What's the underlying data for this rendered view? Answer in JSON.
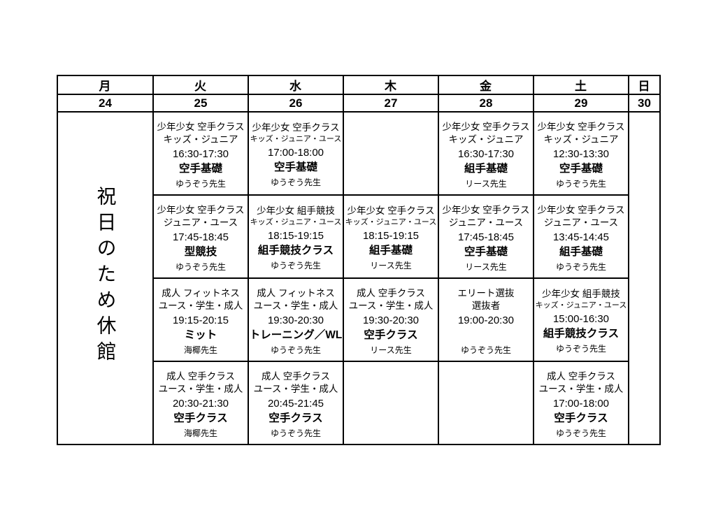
{
  "table": {
    "day_headers": [
      "月",
      "火",
      "水",
      "木",
      "金",
      "土",
      "日"
    ],
    "dates": [
      "24",
      "25",
      "26",
      "27",
      "28",
      "29",
      "30"
    ],
    "monday_notice": "祝日のため休館",
    "colors": {
      "day_header_bg": "#dce9f7",
      "date_row_bg": "#dfead0",
      "border": "#000000",
      "text": "#000000",
      "page_bg": "#ffffff"
    },
    "rows": [
      {
        "cells": [
          {
            "empty": true,
            "title": "",
            "group": "",
            "group_small": false,
            "time": "",
            "name": "",
            "teacher": ""
          },
          {
            "empty": false,
            "title": "少年少女 空手クラス",
            "group": "キッズ・ジュニア",
            "group_small": false,
            "time": "16:30-17:30",
            "name": "空手基礎",
            "teacher": "ゆうぞう先生"
          },
          {
            "empty": false,
            "title": "少年少女 空手クラス",
            "group": "キッズ・ジュニア・ユース",
            "group_small": true,
            "time": "17:00-18:00",
            "name": "空手基礎",
            "teacher": "ゆうぞう先生"
          },
          {
            "empty": true,
            "title": "",
            "group": "",
            "group_small": false,
            "time": "",
            "name": "",
            "teacher": ""
          },
          {
            "empty": false,
            "title": "少年少女 空手クラス",
            "group": "キッズ・ジュニア",
            "group_small": false,
            "time": "16:30-17:30",
            "name": "組手基礎",
            "teacher": "リース先生"
          },
          {
            "empty": false,
            "title": "少年少女 空手クラス",
            "group": "キッズ・ジュニア",
            "group_small": false,
            "time": "12:30-13:30",
            "name": "空手基礎",
            "teacher": "ゆうぞう先生"
          }
        ]
      },
      {
        "cells": [
          {
            "empty": true,
            "title": "",
            "group": "",
            "group_small": false,
            "time": "",
            "name": "",
            "teacher": ""
          },
          {
            "empty": false,
            "title": "少年少女 空手クラス",
            "group": "ジュニア・ユース",
            "group_small": false,
            "time": "17:45-18:45",
            "name": "型競技",
            "teacher": "ゆうぞう先生"
          },
          {
            "empty": false,
            "title": "少年少女 組手競技",
            "group": "キッズ・ジュニア・ユース",
            "group_small": true,
            "time": "18:15-19:15",
            "name": "組手競技クラス",
            "teacher": "ゆうぞう先生"
          },
          {
            "empty": false,
            "title": "少年少女 空手クラス",
            "group": "キッズ・ジュニア・ユース",
            "group_small": true,
            "time": "18:15-19:15",
            "name": "組手基礎",
            "teacher": "リース先生"
          },
          {
            "empty": false,
            "title": "少年少女 空手クラス",
            "group": "ジュニア・ユース",
            "group_small": false,
            "time": "17:45-18:45",
            "name": "空手基礎",
            "teacher": "リース先生"
          },
          {
            "empty": false,
            "title": "少年少女 空手クラス",
            "group": "ジュニア・ユース",
            "group_small": false,
            "time": "13:45-14:45",
            "name": "組手基礎",
            "teacher": "ゆうぞう先生"
          }
        ]
      },
      {
        "cells": [
          {
            "empty": true,
            "title": "",
            "group": "",
            "group_small": false,
            "time": "",
            "name": "",
            "teacher": ""
          },
          {
            "empty": false,
            "title": "成人 フィットネス",
            "group": "ユース・学生・成人",
            "group_small": false,
            "time": "19:15-20:15",
            "name": "ミット",
            "teacher": "海椰先生"
          },
          {
            "empty": false,
            "title": "成人 フィットネス",
            "group": "ユース・学生・成人",
            "group_small": false,
            "time": "19:30-20:30",
            "name": "トレーニング／WL",
            "teacher": "ゆうぞう先生"
          },
          {
            "empty": false,
            "title": "成人 空手クラス",
            "group": "ユース・学生・成人",
            "group_small": false,
            "time": "19:30-20:30",
            "name": "空手クラス",
            "teacher": "リース先生"
          },
          {
            "empty": false,
            "title": "エリート選抜",
            "group": "選抜者",
            "group_small": false,
            "time": "19:00-20:30",
            "name": "",
            "teacher": "ゆうぞう先生"
          },
          {
            "empty": false,
            "title": "少年少女 組手競技",
            "group": "キッズ・ジュニア・ユース",
            "group_small": true,
            "time": "15:00-16:30",
            "name": "組手競技クラス",
            "teacher": "ゆうぞう先生"
          }
        ]
      },
      {
        "cells": [
          {
            "empty": true,
            "title": "",
            "group": "",
            "group_small": false,
            "time": "",
            "name": "",
            "teacher": ""
          },
          {
            "empty": false,
            "title": "成人 空手クラス",
            "group": "ユース・学生・成人",
            "group_small": false,
            "time": "20:30-21:30",
            "name": "空手クラス",
            "teacher": "海椰先生"
          },
          {
            "empty": false,
            "title": "成人 空手クラス",
            "group": "ユース・学生・成人",
            "group_small": false,
            "time": "20:45-21:45",
            "name": "空手クラス",
            "teacher": "ゆうぞう先生"
          },
          {
            "empty": true,
            "title": "",
            "group": "",
            "group_small": false,
            "time": "",
            "name": "",
            "teacher": ""
          },
          {
            "empty": true,
            "title": "",
            "group": "",
            "group_small": false,
            "time": "",
            "name": "",
            "teacher": ""
          },
          {
            "empty": false,
            "title": "成人 空手クラス",
            "group": "ユース・学生・成人",
            "group_small": false,
            "time": "17:00-18:00",
            "name": "空手クラス",
            "teacher": "ゆうぞう先生"
          }
        ]
      }
    ]
  }
}
